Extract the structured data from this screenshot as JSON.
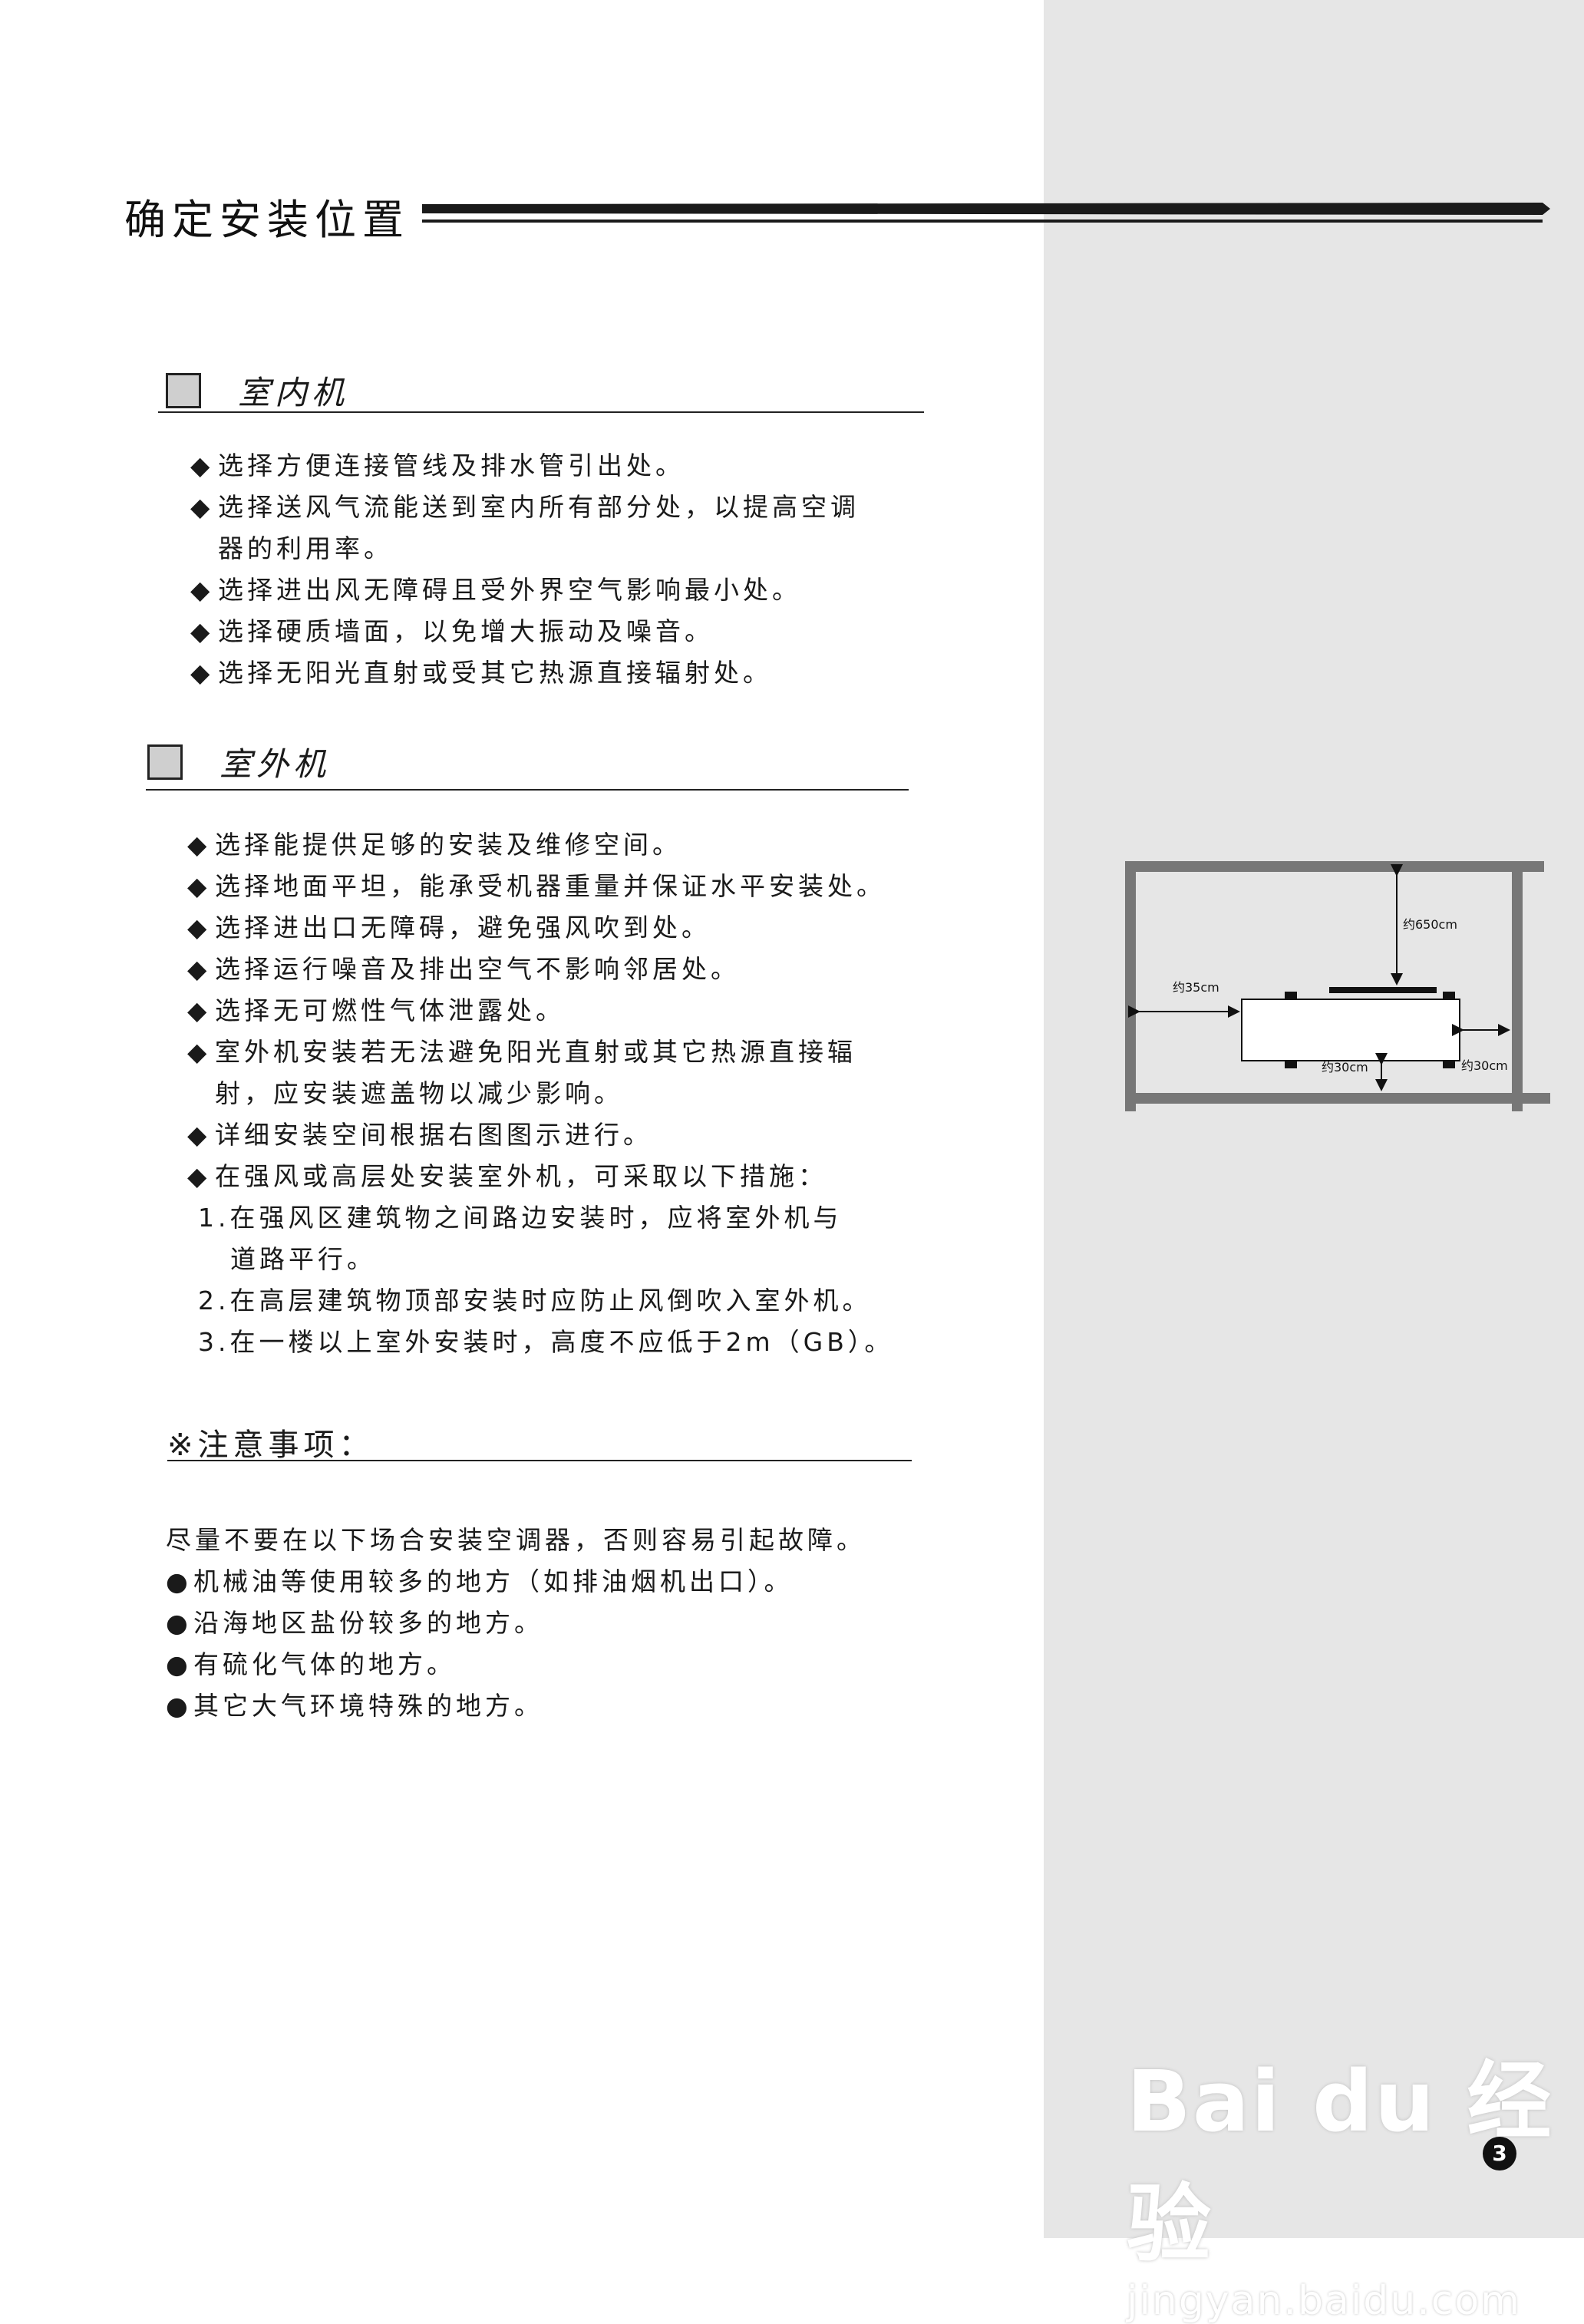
{
  "page_title": "确定安装位置",
  "indoor": {
    "heading": "室内机",
    "items": [
      {
        "lines": [
          "选择方便连接管线及排水管引出处。"
        ]
      },
      {
        "lines": [
          "选择送风气流能送到室内所有部分处，以提高空调",
          "器的利用率。"
        ]
      },
      {
        "lines": [
          "选择进出风无障碍且受外界空气影响最小处。"
        ]
      },
      {
        "lines": [
          "选择硬质墙面，以免增大振动及噪音。"
        ]
      },
      {
        "lines": [
          "选择无阳光直射或受其它热源直接辐射处。"
        ]
      }
    ]
  },
  "outdoor": {
    "heading": "室外机",
    "items": [
      "选择能提供足够的安装及维修空间。",
      "选择地面平坦，能承受机器重量并保证水平安装处。",
      "选择进出口无障碍，避免强风吹到处。",
      "选择运行噪音及排出空气不影响邻居处。",
      "选择无可燃性气体泄露处。",
      "室外机安装若无法避免阳光直射或其它热源直接辐",
      "射，应安装遮盖物以减少影响。",
      "详细安装空间根据右图图示进行。",
      "在强风或高层处安装室外机，可采取以下措施："
    ],
    "numbered": [
      "1.在强风区建筑物之间路边安装时，应将室外机与",
      "道路平行。",
      "2.在高层建筑物顶部安装时应防止风倒吹入室外机。",
      "3.在一楼以上室外安装时，高度不应低于2m（GB）。"
    ]
  },
  "notice": {
    "heading": "※注意事项：",
    "intro": "尽量不要在以下场合安装空调器，否则容易引起故障。",
    "items": [
      "机械油等使用较多的地方（如排油烟机出口）。",
      "沿海地区盐份较多的地方。",
      "有硫化气体的地方。",
      "其它大气环境特殊的地方。"
    ]
  },
  "diagram": {
    "top_clearance": "约650cm",
    "left_clearance": "约35cm",
    "bottom_clearance": "约30cm",
    "right_clearance": "约30cm"
  },
  "watermark": {
    "brand": "Bai du 经验",
    "url": "jingyan.baidu.com"
  },
  "page_number": "3"
}
